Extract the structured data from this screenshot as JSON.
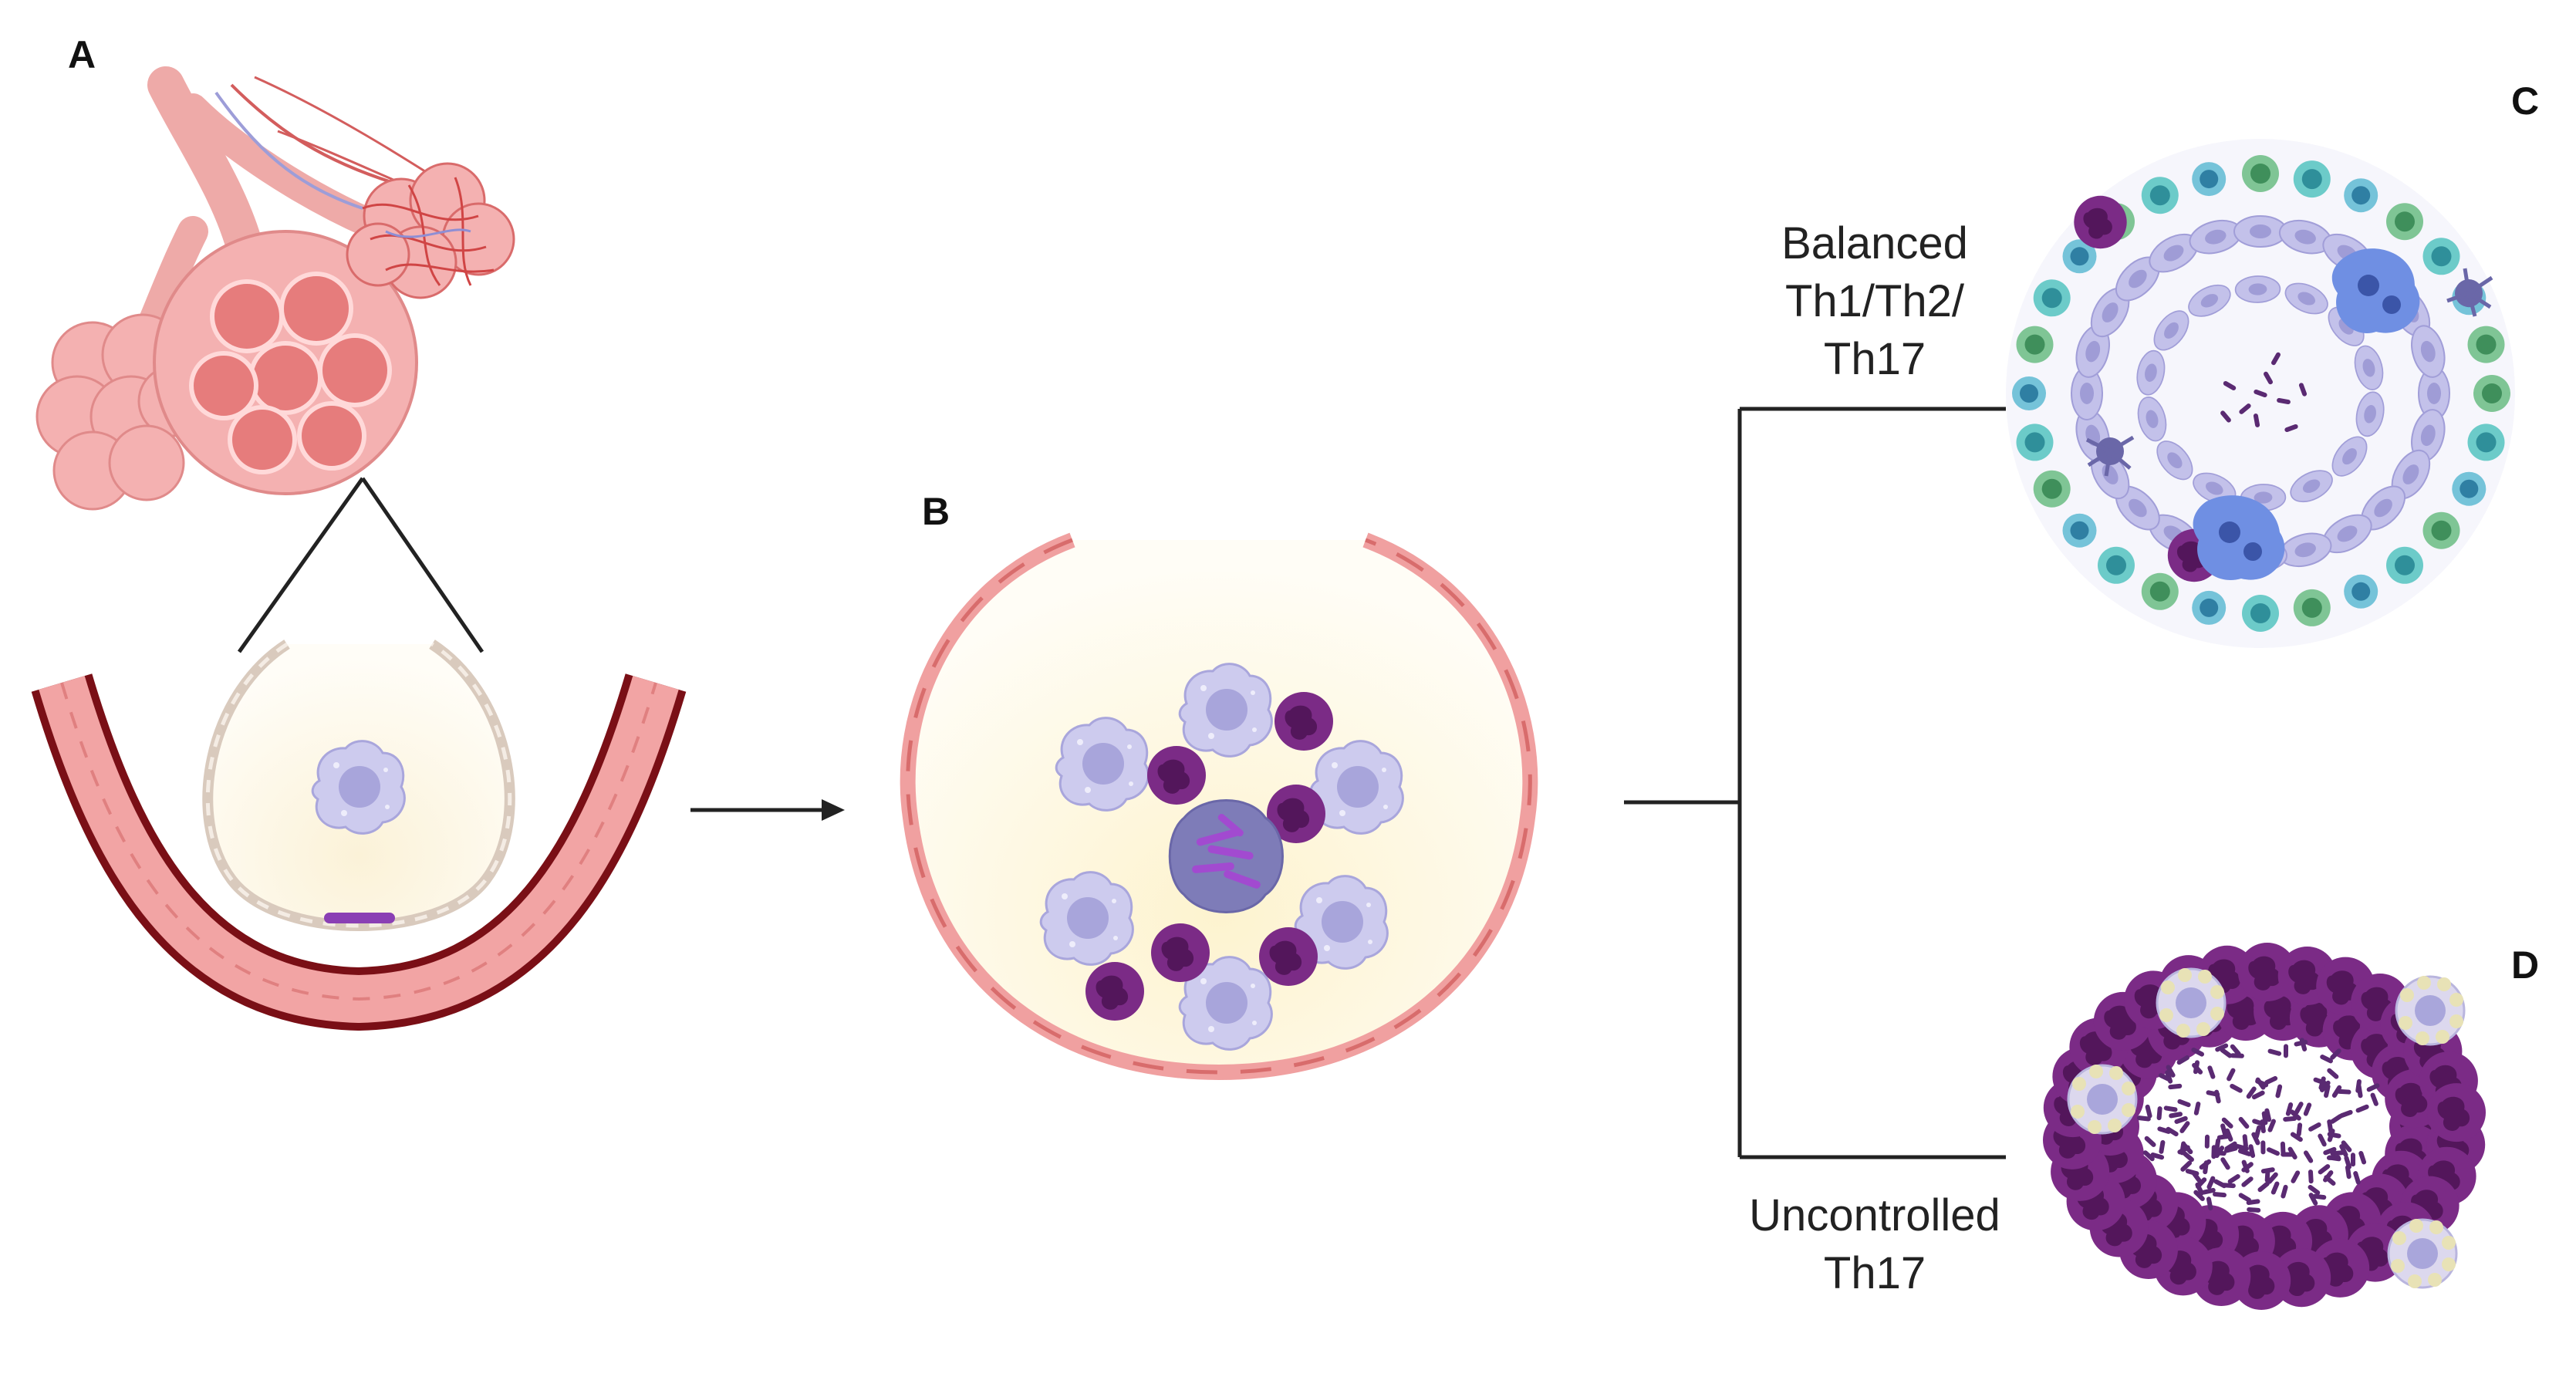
{
  "panels": {
    "a": {
      "label": "A"
    },
    "b": {
      "label": "B"
    },
    "c": {
      "label": "C"
    },
    "d": {
      "label": "D"
    }
  },
  "branches": {
    "upper": {
      "lines": [
        "Balanced",
        "Th1/Th2/",
        "Th17"
      ]
    },
    "lower": {
      "lines": [
        "Uncontrolled",
        "Th17"
      ]
    }
  },
  "colors": {
    "lung_pink": "#f3a6a6",
    "lung_dark": "#d96b6b",
    "vessel_red": "#7a0f16",
    "macrophage": "#c9c7ec",
    "macrophage_nucleus": "#a9a6db",
    "neutrophil": "#7b2b86",
    "bacteria": "#8a3fb4",
    "alveolar_fluid": "#fdf7e4",
    "green_cell": "#7fc595",
    "teal_cell": "#67c9c7",
    "blue_cell": "#6fa4e8"
  }
}
